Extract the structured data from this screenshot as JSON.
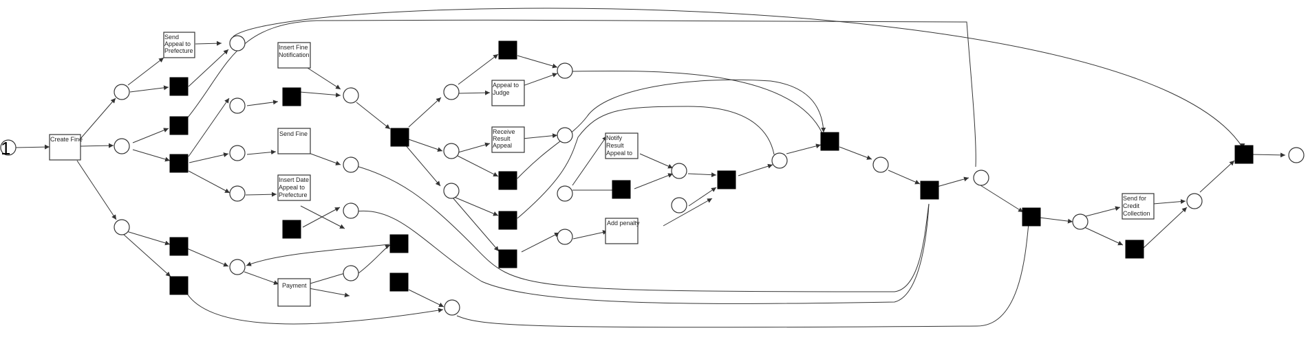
{
  "diagram": {
    "initial_marking": "1",
    "transitions": {
      "create_fine": [
        "Create Fine"
      ],
      "send_appeal_to_prefecture": [
        "Send",
        "Appeal to",
        "Prefecture"
      ],
      "insert_fine_notification": [
        "Insert Fine",
        "Notification"
      ],
      "send_fine": [
        "Send Fine"
      ],
      "insert_date_appeal_to_prefecture": [
        "Insert Date",
        "Appeal to",
        "Prefecture"
      ],
      "payment": [
        "Payment"
      ],
      "appeal_to_judge": [
        "Appeal to",
        "Judge"
      ],
      "receive_result_appeal": [
        "Receive",
        "Result",
        "Appeal"
      ],
      "notify_result_appeal": [
        "Notify",
        "Result",
        "Appeal to"
      ],
      "add_penalty": [
        "Add penalty"
      ],
      "send_for_credit_collection": [
        "Send for",
        "Credit",
        "Collection"
      ]
    },
    "colors": {
      "stroke": "#333333",
      "silent_transition": "#000000",
      "background": "#ffffff"
    }
  }
}
